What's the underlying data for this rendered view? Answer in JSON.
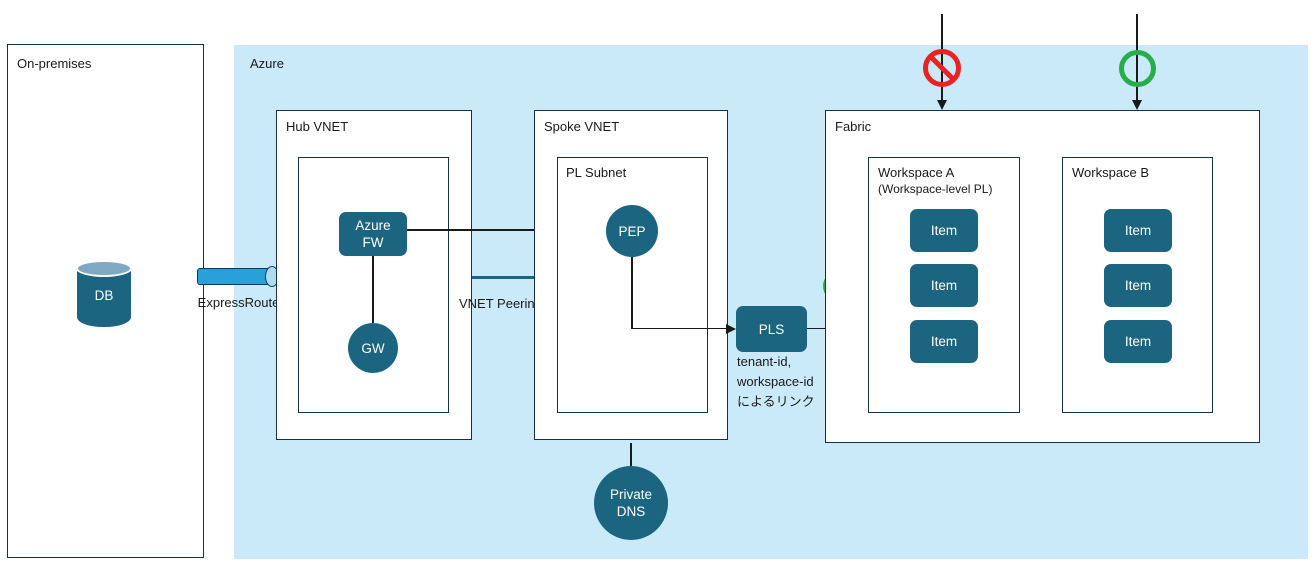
{
  "colors": {
    "azure_bg": "#CBEAF9",
    "node_fill": "#1B6580",
    "box_border": "#14324A",
    "line": "#1A1A1A",
    "pipe_fill": "#2AA0DB",
    "pipe_cap": "#AEDCF2",
    "db_top": "#7FA9C2",
    "denied_red": "#EC2222",
    "allowed_green": "#27AE4B",
    "peering_line": "#1B6580"
  },
  "onprem": {
    "title": "On-premises",
    "db_label": "DB"
  },
  "azure": {
    "title": "Azure"
  },
  "hub_vnet": {
    "title": "Hub VNET",
    "azure_fw_label": "Azure\nFW",
    "gw_label": "GW"
  },
  "spoke_vnet": {
    "title": "Spoke VNET",
    "pl_subnet_title": "PL Subnet",
    "pep_label": "PEP",
    "private_dns_label": "Private\nDNS"
  },
  "pls": {
    "label": "PLS",
    "caption": [
      "tenant-id,",
      "workspace-id",
      "によるリンク"
    ]
  },
  "connections": {
    "expressroute_label": "ExpressRoute",
    "vnet_peering_label": "VNET Peering"
  },
  "fabric": {
    "title": "Fabric",
    "workspace_a": {
      "title": "Workspace A",
      "subtitle": "(Workspace-level PL)",
      "items": [
        "Item",
        "Item",
        "Item"
      ]
    },
    "workspace_b": {
      "title": "Workspace B",
      "items": [
        "Item",
        "Item",
        "Item"
      ]
    }
  },
  "icons": {
    "denied": "no-entry-icon",
    "allowed": "allowed-icon"
  }
}
